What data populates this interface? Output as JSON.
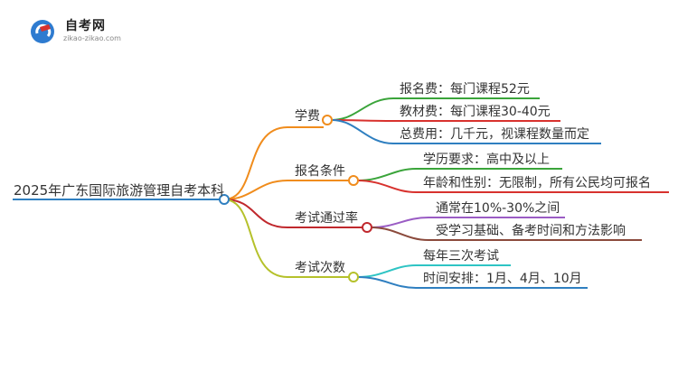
{
  "logo": {
    "title": "自考网",
    "subtitle": "zikao-zikao.com"
  },
  "mindmap": {
    "root": "2025年广东国际旅游管理自考本科",
    "branches": [
      {
        "label": "学费",
        "color": "#f08c1c",
        "children": [
          {
            "text": "报名费：每门课程52元",
            "color": "#3aa43a"
          },
          {
            "text": "教材费：每门课程30-40元",
            "color": "#d8322e"
          },
          {
            "text": "总费用：几千元，视课程数量而定",
            "color": "#2f7fc0"
          }
        ]
      },
      {
        "label": "报名条件",
        "color": "#f08c1c",
        "children": [
          {
            "text": "学历要求：高中及以上",
            "color": "#3aa43a"
          },
          {
            "text": "年龄和性别：无限制，所有公民均可报名",
            "color": "#d8322e"
          }
        ]
      },
      {
        "label": "考试通过率",
        "color": "#c0282d",
        "children": [
          {
            "text": "通常在10%-30%之间",
            "color": "#9a5cc4"
          },
          {
            "text": "受学习基础、备考时间和方法影响",
            "color": "#8b4a3c"
          }
        ]
      },
      {
        "label": "考试次数",
        "color": "#b5c12b",
        "children": [
          {
            "text": "每年三次考试",
            "color": "#2ec4c4"
          },
          {
            "text": "时间安排：1月、4月、10月",
            "color": "#2f7fc0"
          }
        ]
      }
    ]
  }
}
